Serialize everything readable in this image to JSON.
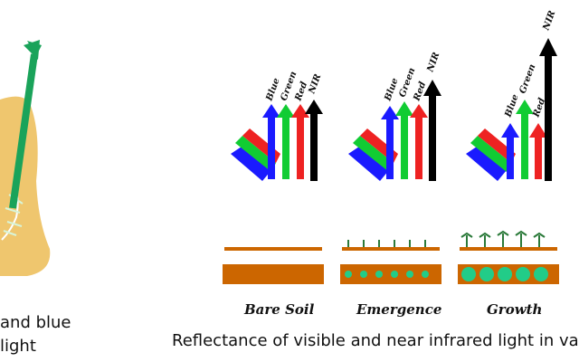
{
  "caption_left": [
    "and blue",
    "light"
  ],
  "caption_main": "Reflectance of visible and near infrared light in var",
  "stages": [
    "Bare Soil",
    "Emergence",
    "Growth"
  ],
  "arrow_labels": {
    "blue": "Blue",
    "green": "Green",
    "red": "Red",
    "nir": "NIR"
  },
  "colors": {
    "blue": "#1a1aff",
    "green": "#11cc33",
    "red": "#ee2222",
    "nir": "#000000",
    "soil": "#cc6600",
    "leaf": "#2b7a3a",
    "sprout_dot": "#22cc88",
    "seed_bg": "#f0c874"
  }
}
